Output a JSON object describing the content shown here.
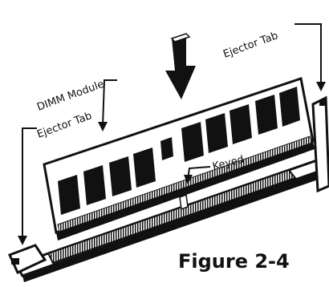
{
  "figure": {
    "caption": "Figure 2-4"
  },
  "labels": {
    "ejector_tab_right": "Ejector Tab",
    "dimm_module": "DIMM Module",
    "ejector_tab_left": "Ejector Tab",
    "keyed": "Keyed"
  }
}
